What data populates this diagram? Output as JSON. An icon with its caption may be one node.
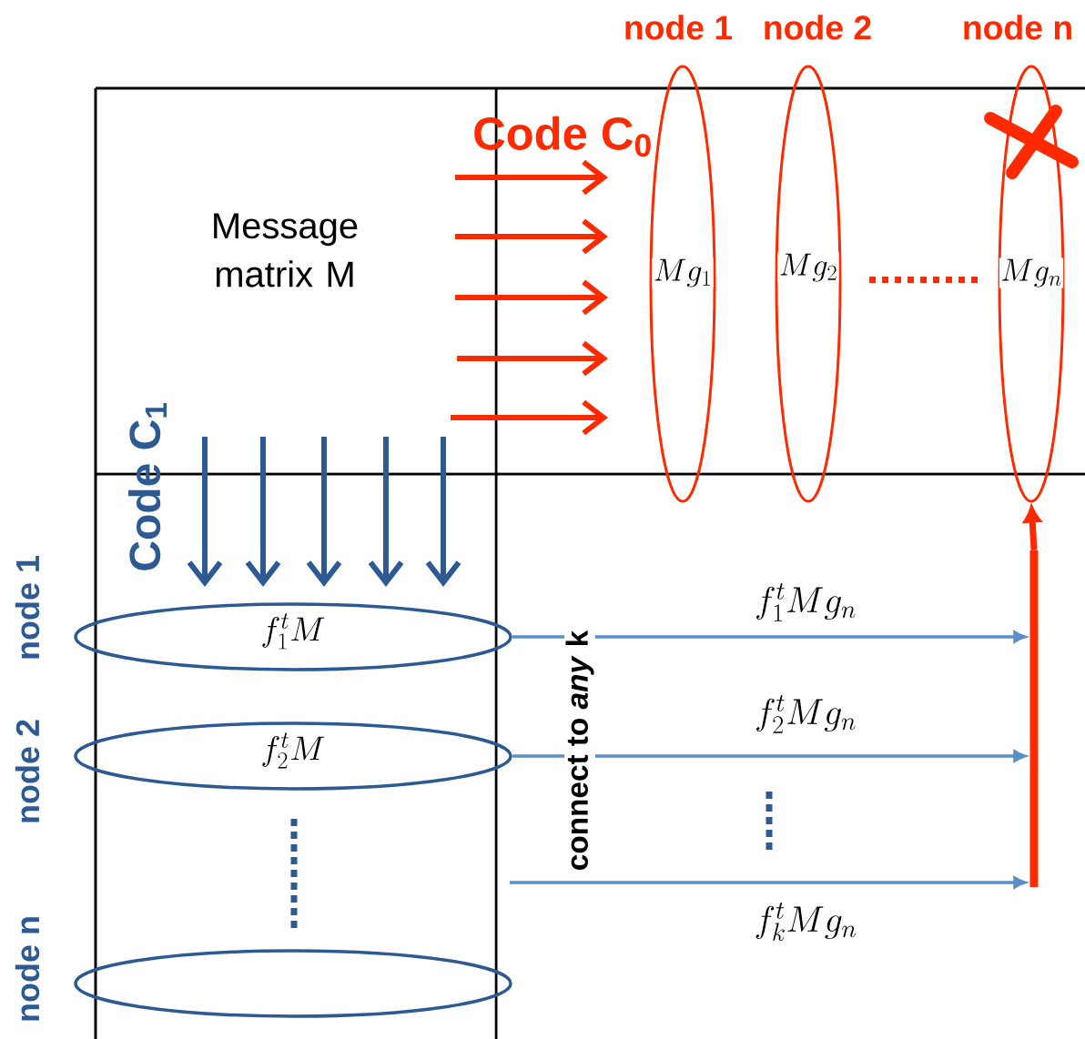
{
  "diagram": {
    "nodes": [
      {
        "text": [
          "Message matrix M"
        ]
      },
      {
        "text": [
          "node 1",
          "Mg_1"
        ]
      },
      {
        "text": [
          "node 2",
          "Mg_2"
        ]
      },
      {
        "text": [
          "node n",
          "Mg_n"
        ]
      },
      {
        "text": [
          "node 1",
          "f_1^t M"
        ]
      },
      {
        "text": [
          "node 2",
          "f_2^t M"
        ]
      },
      {
        "text": [
          "node n"
        ]
      },
      {
        "text": [],
        "shape": "bar"
      }
    ],
    "edges": [
      {
        "from": 4,
        "to": 7,
        "arrow": "to",
        "label": "f_1^t M g_n"
      },
      {
        "from": 5,
        "to": 7,
        "arrow": "to",
        "label": "f_2^t M g_n"
      },
      {
        "from": null,
        "to": 7,
        "arrow": "to",
        "label": "f_k^t M g_n"
      },
      {
        "from": 7,
        "to": 3,
        "arrow": "to",
        "style": "thick",
        "color": "#ff2a00"
      }
    ],
    "labels": [
      "Code C$_{0}$",
      "Code C$_{1}$",
      "connect to *any* k"
    ]
  }
}
